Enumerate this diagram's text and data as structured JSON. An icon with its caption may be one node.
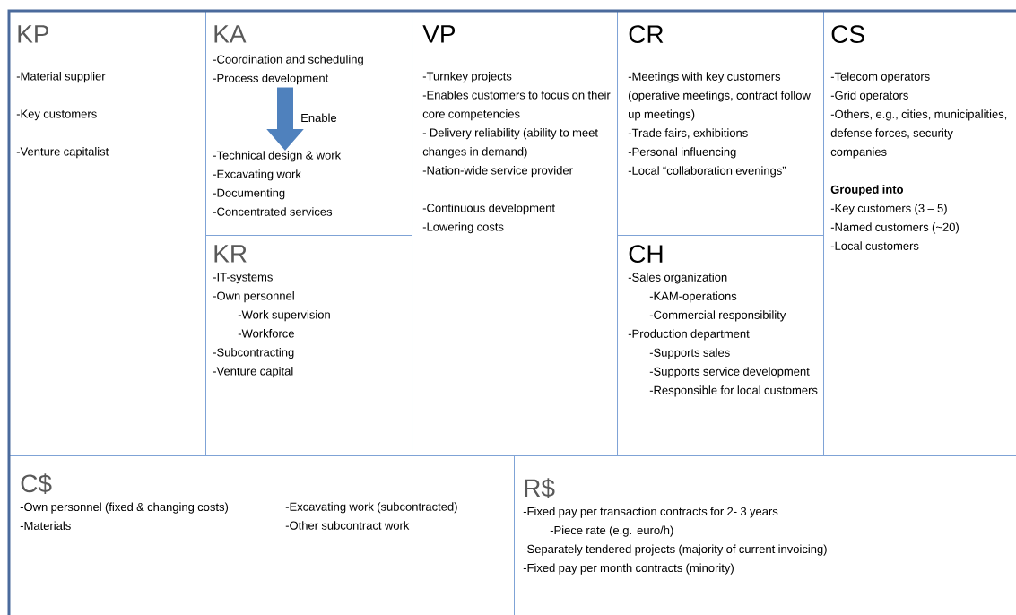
{
  "diagram": {
    "nodes": [
      {
        "text": [
          "KP",
          "-Material supplier",
          "-Key customers",
          "-Venture capitalist"
        ]
      },
      {
        "text": [
          "KA"
        ]
      },
      {
        "text": [
          "-Coordination and scheduling",
          "-Process development"
        ],
        "in": 1
      },
      {
        "text": [
          "-Technical design & work",
          "-Excavating work",
          "-Documenting",
          "-Concentrated services"
        ],
        "in": 1
      },
      {
        "text": [
          "KR",
          "-IT-systems",
          "-Own personnel",
          "-Work supervision",
          "-Workforce",
          "-Subcontracting",
          "-Venture capital"
        ]
      },
      {
        "text": [
          "VP",
          "-Turnkey projects",
          "-Enables customers to focus on their core competencies",
          "- Delivery reliability (ability to meet changes in demand)",
          "-Nation-wide service provider",
          "-Continuous development",
          "-Lowering costs"
        ]
      },
      {
        "text": [
          "CR",
          "-Meetings with key customers (operative meetings,  contract follow up meetings)",
          "-Trade fairs, exhibitions",
          "-Personal influencing",
          "-Local “collaboration evenings”"
        ]
      },
      {
        "text": [
          "CH",
          "-Sales organization",
          "-KAM-operations",
          "-Commercial responsibility",
          "-Production department",
          "-Supports sales",
          "-Supports  service development",
          "-Responsible for local customers"
        ]
      },
      {
        "text": [
          "CS",
          "-Telecom operators",
          "-Grid operators",
          "-Others, e.g., cities, municipalities, defense forces, security companies",
          "**Grouped into**",
          "-Key customers (3 – 5)",
          "-Named customers (~20)",
          "-Local customers"
        ]
      },
      {
        "text": [
          "C$",
          "-Own personnel (fixed & changing costs)",
          "-Materials",
          "-Excavating work (subcontracted)",
          "-Other subcontract work"
        ]
      },
      {
        "text": [
          "R$",
          "-Fixed pay per transaction contracts for 2- 3 years",
          "-Piece rate (e.g. euro/h)",
          "-Separately tendered projects (majority of current invoicing)",
          "-Fixed pay per month contracts (minority)"
        ]
      }
    ],
    "edges": [
      {
        "from": 2,
        "to": 3,
        "arrow": "to",
        "label": "Enable"
      }
    ]
  }
}
